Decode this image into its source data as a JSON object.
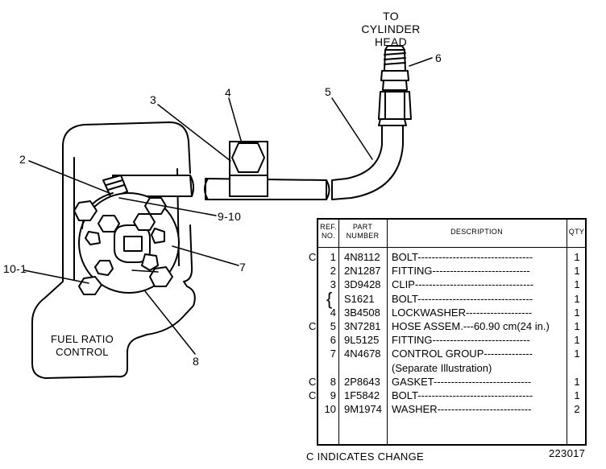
{
  "callouts": {
    "top": "TO\nCYLINDER HEAD",
    "l6": "6",
    "l5": "5",
    "l4": "4",
    "l3": "3",
    "l2": "2",
    "l910": "9-10",
    "l7": "7",
    "l101": "10-1",
    "l8": "8",
    "fuel": "FUEL RATIO\nCONTROL"
  },
  "table": {
    "headers": {
      "ref": "REF.\nNO.",
      "part": "PART\nNUMBER",
      "desc": "DESCRIPTION",
      "qty": "QTY"
    },
    "rows": [
      {
        "c": "C",
        "ref": "1",
        "part": "4N8112",
        "desc": "BOLT---------------------------------",
        "qty": "1"
      },
      {
        "c": "",
        "ref": "2",
        "part": "2N1287",
        "desc": "FITTING----------------------------",
        "qty": "1"
      },
      {
        "c": "",
        "ref": "3",
        "part": "3D9428",
        "desc": "CLIP----------------------------------",
        "qty": "1"
      },
      {
        "c": "",
        "ref": "",
        "part": "S1621",
        "desc": "BOLT---------------------------------",
        "qty": "1"
      },
      {
        "c": "",
        "ref": "4",
        "part": "3B4508",
        "desc": "LOCKWASHER-------------------",
        "qty": "1"
      },
      {
        "c": "C",
        "ref": "5",
        "part": "3N7281",
        "desc": "HOSE ASSEM.---60.90 cm(24 in.)",
        "qty": "1"
      },
      {
        "c": "",
        "ref": "6",
        "part": "9L5125",
        "desc": "FITTING----------------------------",
        "qty": "1"
      },
      {
        "c": "",
        "ref": "7",
        "part": "4N4678",
        "desc": "CONTROL GROUP--------------",
        "qty": "1"
      },
      {
        "c": "",
        "ref": "",
        "part": "",
        "desc": "(Separate Illustration)",
        "qty": ""
      },
      {
        "c": "C",
        "ref": "8",
        "part": "2P8643",
        "desc": "GASKET----------------------------",
        "qty": "1"
      },
      {
        "c": "C",
        "ref": "9",
        "part": "1F5842",
        "desc": "BOLT---------------------------------",
        "qty": "1"
      },
      {
        "c": "",
        "ref": "10",
        "part": "9M1974",
        "desc": "WASHER---------------------------",
        "qty": "2"
      }
    ]
  },
  "footer": {
    "note": "C INDICATES CHANGE",
    "code": "223017"
  }
}
